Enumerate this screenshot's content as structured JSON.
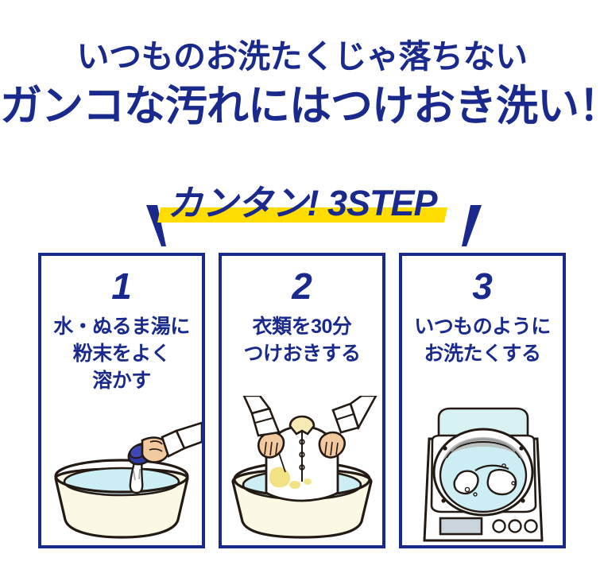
{
  "colors": {
    "navy": "#1a2a8c",
    "yellow": "#ffdd00",
    "water": "#cdeef5",
    "basin": "#fbf8e4",
    "skin": "#f3c9a0",
    "stain": "#f5e27a",
    "white": "#ffffff"
  },
  "headline": {
    "line1": "いつものお洗たくじゃ落ちない",
    "line2": "ガンコな汚れにはつけおき洗い！"
  },
  "banner": {
    "text": "カンタン! 3STEP",
    "slash_left": "slash-mark-left",
    "slash_right": "slash-mark-right"
  },
  "steps": [
    {
      "number": "1",
      "text": "水・ぬるま湯に\n粉末をよく\n溶かす",
      "illustration": "hand-pouring-powder-into-basin"
    },
    {
      "number": "2",
      "text": "衣類を30分\nつけおきする",
      "illustration": "hands-soaking-shirt-in-basin"
    },
    {
      "number": "3",
      "text": "いつものように\nお洗たくする",
      "illustration": "top-loading-washing-machine"
    }
  ]
}
